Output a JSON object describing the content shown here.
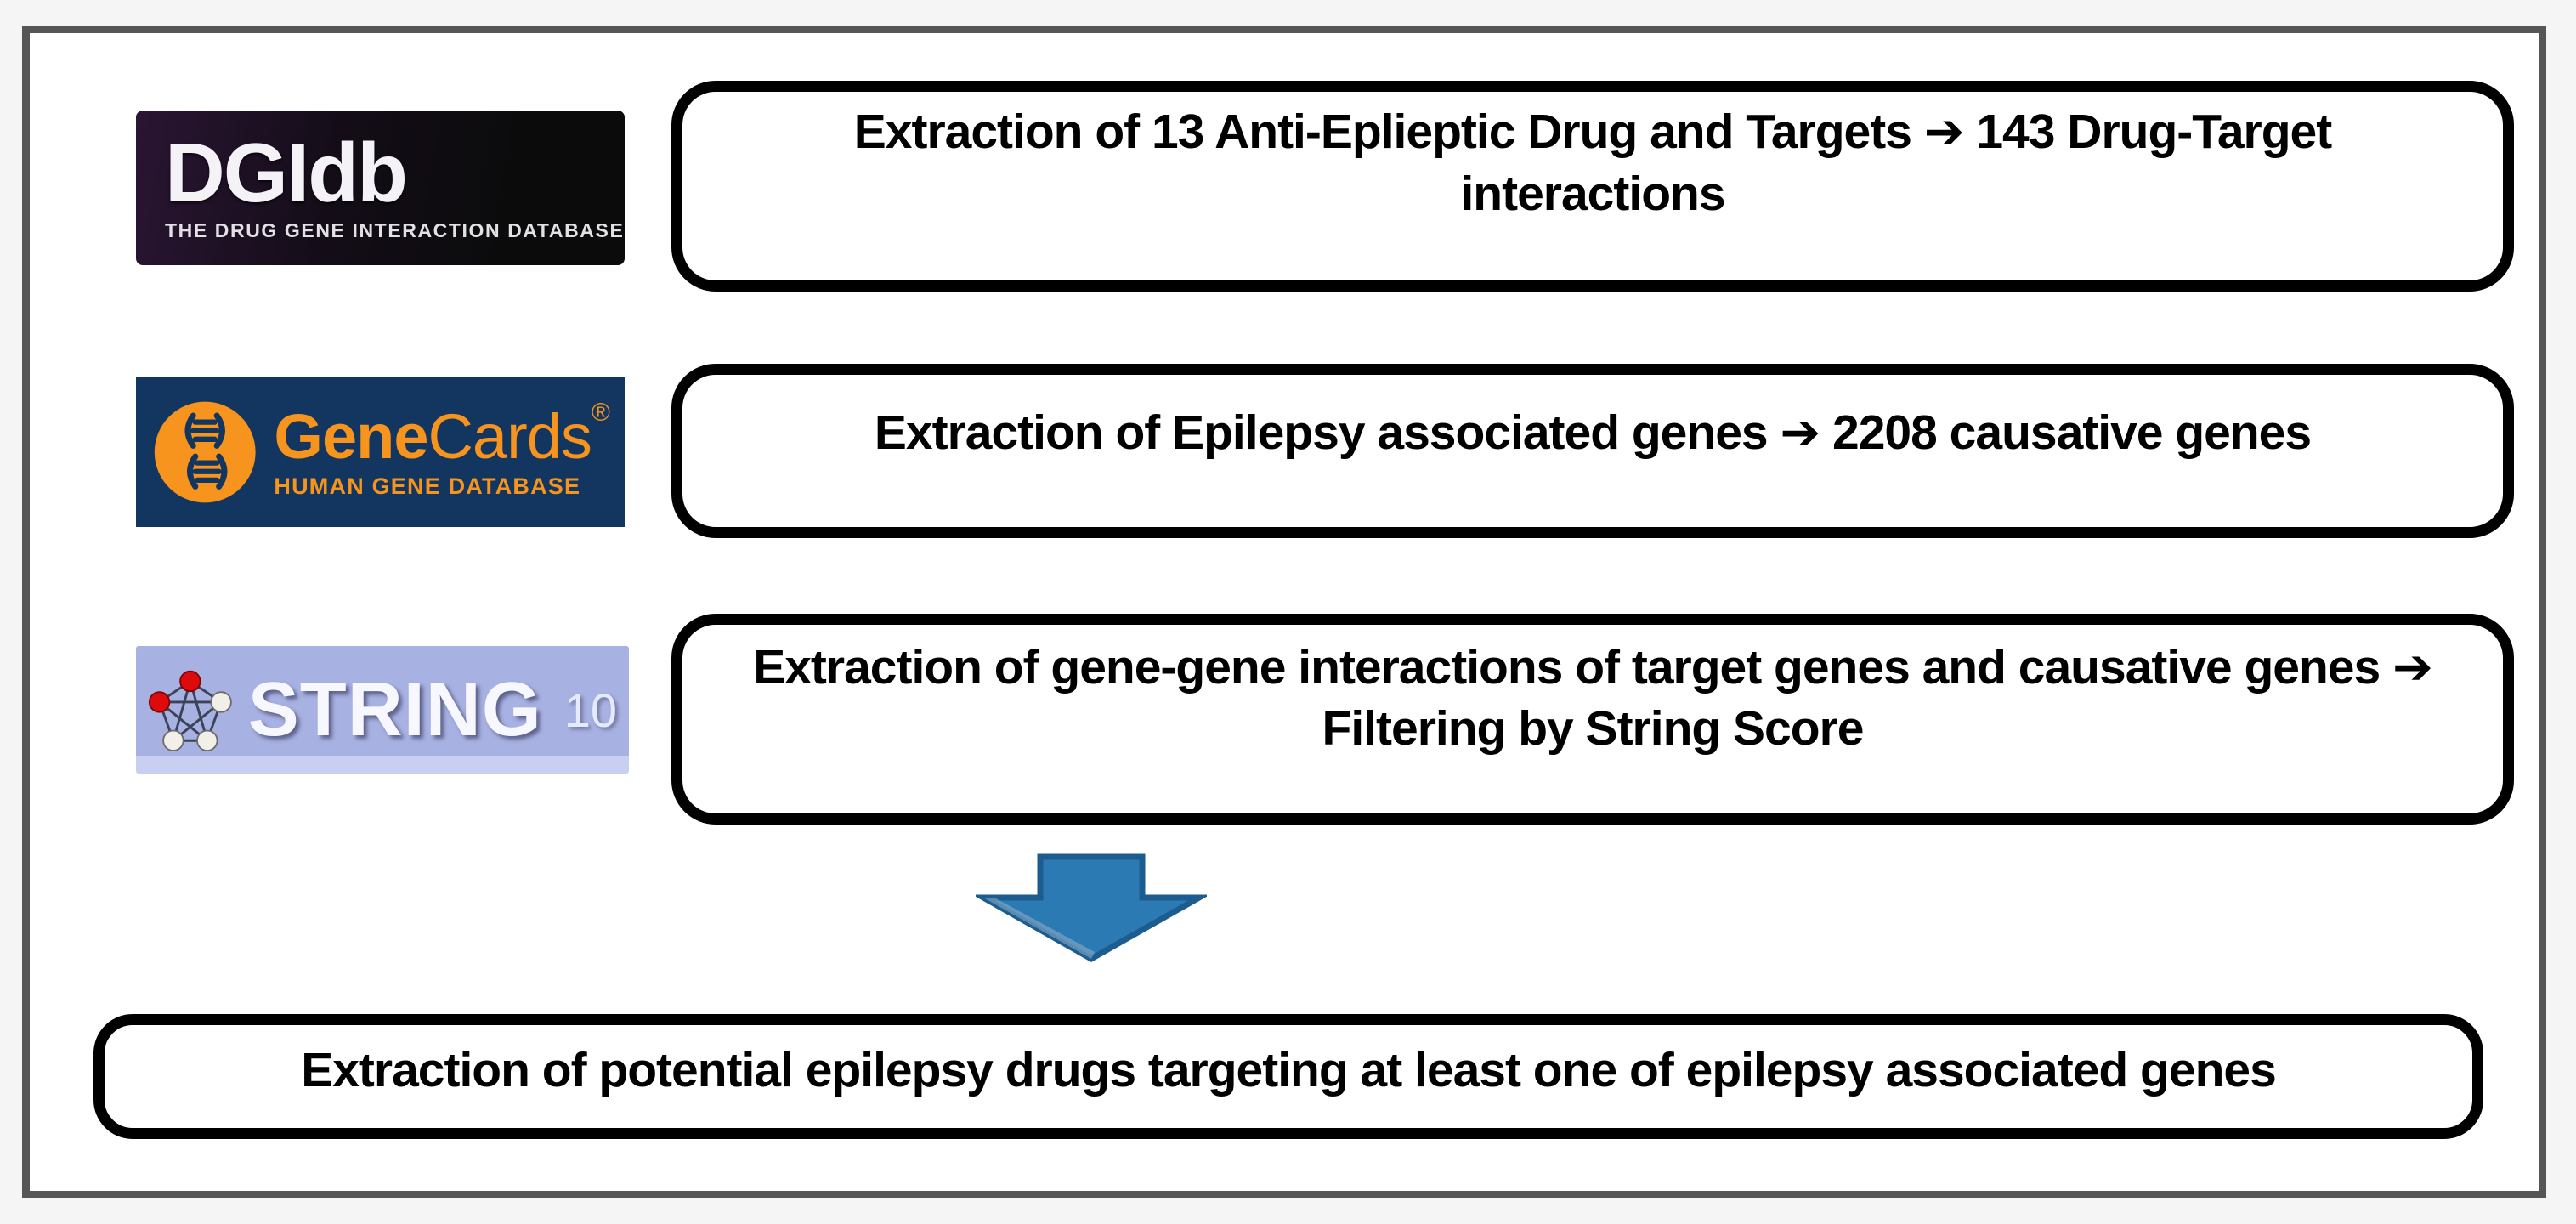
{
  "diagram": {
    "sources": [
      {
        "name": "DGIdb",
        "logo": {
          "title": "DGIdb",
          "subtitle": "THE DRUG GENE INTERACTION DATABASE"
        },
        "step_text": "Extraction of 13 Anti-Eplieptic Drug and Targets  ➔ 143 Drug-Target interactions"
      },
      {
        "name": "GeneCards",
        "logo": {
          "title_bold": "Gene",
          "title_light": "Cards",
          "registered_mark": "®",
          "subtitle": "HUMAN GENE DATABASE"
        },
        "step_text": "Extraction of Epilepsy associated genes ➔ 2208 causative genes"
      },
      {
        "name": "STRING 10",
        "logo": {
          "title": "STRING",
          "version": "10"
        },
        "step_text": "Extraction of gene-gene interactions of target genes and  causative genes ➔ Filtering by String Score"
      }
    ],
    "result_text": "Extraction of potential epilepsy drugs targeting at least one of epilepsy associated genes",
    "colors": {
      "frame_border": "#565656",
      "box_border": "#000000",
      "arrow_fill": "#2b7ab3",
      "arrow_stroke": "#1c5c8e",
      "dgidb_background": "#140d18",
      "genecards_background": "#12365f",
      "genecards_orange": "#f7941d",
      "string_background": "#a8b2e2",
      "string_node_red": "#dd0b0b"
    }
  }
}
